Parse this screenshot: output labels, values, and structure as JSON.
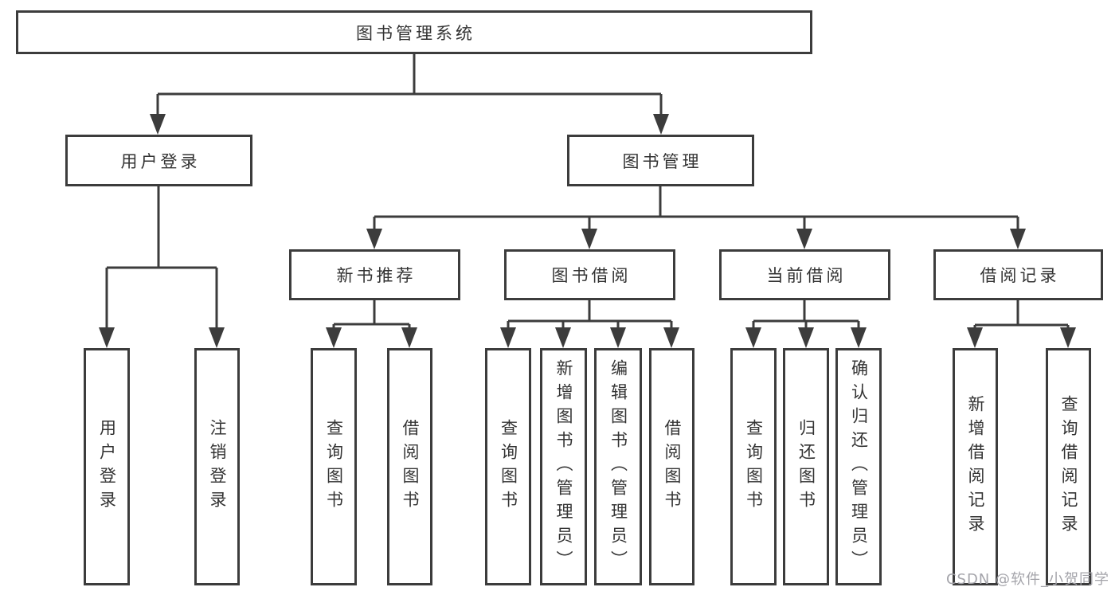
{
  "diagram": {
    "type": "hierarchy-flowchart",
    "colors": {
      "line": "#3c3c3c",
      "box_border": "#3c3c3c",
      "box_fill": "#ffffff",
      "text": "#333333",
      "watermark_text_color": "#a4a4aa"
    },
    "nodes": {
      "root": {
        "label": "图书管理系统"
      },
      "user_login_branch": {
        "label": "用户登录"
      },
      "book_management": {
        "label": "图书管理"
      },
      "new_book_recommend": {
        "label": "新书推荐"
      },
      "book_borrow": {
        "label": "图书借阅"
      },
      "current_borrow": {
        "label": "当前借阅"
      },
      "borrow_record": {
        "label": "借阅记录"
      },
      "leaf_user_login": {
        "label": "用户登录"
      },
      "leaf_logout": {
        "label": "注销登录"
      },
      "leaf_recommend_query": {
        "label": "查询图书"
      },
      "leaf_recommend_borrow": {
        "label": "借阅图书"
      },
      "leaf_borrow_query": {
        "label": "查询图书"
      },
      "leaf_borrow_add": {
        "label": "新增图书（管理员）"
      },
      "leaf_borrow_edit": {
        "label": "编辑图书（管理员）"
      },
      "leaf_borrow_borrow": {
        "label": "借阅图书"
      },
      "leaf_current_query": {
        "label": "查询图书"
      },
      "leaf_current_return": {
        "label": "归还图书"
      },
      "leaf_current_confirm": {
        "label": "确认归还（管理员）"
      },
      "leaf_record_add": {
        "label": "新增借阅记录"
      },
      "leaf_record_query": {
        "label": "查询借阅记录"
      }
    },
    "hierarchy": {
      "图书管理系统": {
        "用户登录": [
          "用户登录",
          "注销登录"
        ],
        "图书管理": {
          "新书推荐": [
            "查询图书",
            "借阅图书"
          ],
          "图书借阅": [
            "查询图书",
            "新增图书（管理员）",
            "编辑图书（管理员）",
            "借阅图书"
          ],
          "当前借阅": [
            "查询图书",
            "归还图书",
            "确认归还（管理员）"
          ],
          "借阅记录": [
            "新增借阅记录",
            "查询借阅记录"
          ]
        }
      }
    },
    "watermark": "CSDN @软件_小贺同学"
  }
}
